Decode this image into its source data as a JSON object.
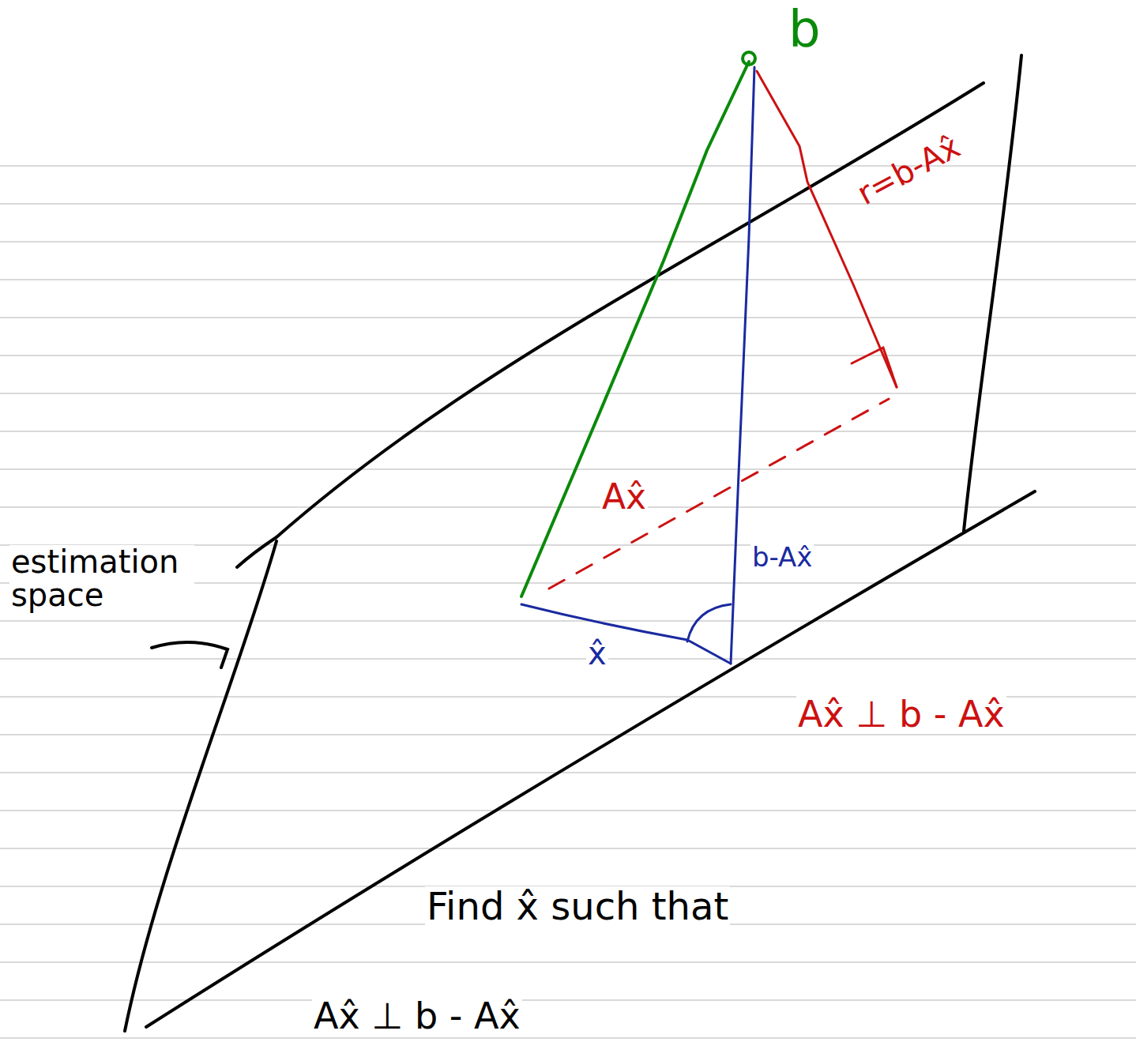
{
  "diagram": {
    "labels": [
      "b",
      "r=b-Ax̂",
      "Ax̂",
      "b-Ax̂",
      "x̂",
      "estimation space",
      "Ax̂ ⊥ b - Ax̂",
      "Find x̂ such that",
      "Ax̂ ⊥ b - Ax̂"
    ]
  }
}
